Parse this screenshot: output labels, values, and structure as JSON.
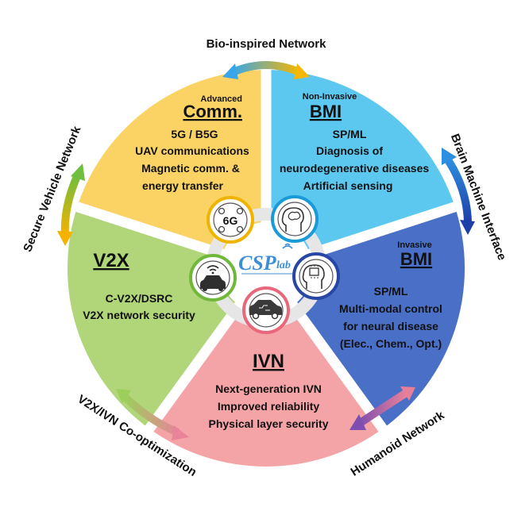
{
  "brand": {
    "name": "CSP",
    "suffix": "lab"
  },
  "colors": {
    "comm": "#fad364",
    "nonbmi": "#5cc8f0",
    "invbmi": "#4a6fc7",
    "ivn": "#f4a3a6",
    "v2x": "#b1d67a",
    "ring": "#ececec",
    "gap": "#ffffff"
  },
  "sectors": {
    "comm": {
      "sup": "Advanced",
      "title": "Comm.",
      "lines": [
        "5G / B5G",
        "UAV communications",
        "Magnetic comm. &",
        "energy transfer"
      ],
      "icon": "6g-network-icon",
      "icon_text": "6G"
    },
    "nonbmi": {
      "sup": "Non-Invasive",
      "title": "BMI",
      "lines": [
        "SP/ML",
        "Diagnosis of",
        "neurodegenerative diseases",
        "Artificial sensing"
      ],
      "icon": "head-brain-icon"
    },
    "invbmi": {
      "sup": "Invasive",
      "title": "BMI",
      "lines": [
        "SP/ML",
        "Multi-modal control",
        "for neural disease",
        "(Elec., Chem., Opt.)"
      ],
      "icon": "brain-chip-icon"
    },
    "ivn": {
      "title": "IVN",
      "lines": [
        "Next-generation IVN",
        "Improved reliability",
        "Physical layer security"
      ],
      "icon": "vehicle-network-icon"
    },
    "v2x": {
      "title": "V2X",
      "lines": [
        "C-V2X/DSRC",
        "V2X network security"
      ],
      "icon": "connected-car-icon"
    }
  },
  "connections": {
    "top": "Bio-inspired Network",
    "right": "Brain Machine Interface",
    "bottom_right": "Humanoid Network",
    "bottom_left": "V2X/IVN Co-optimization",
    "left": "Secure Vehicle Network"
  }
}
